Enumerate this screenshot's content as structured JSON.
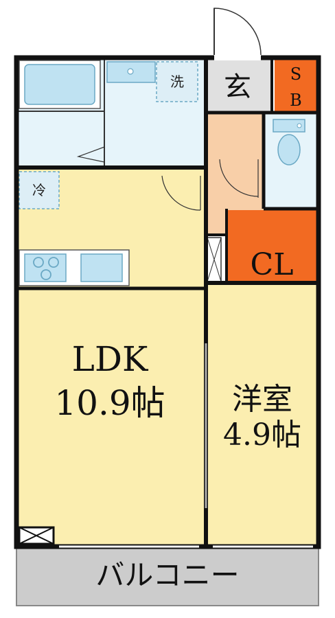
{
  "rooms": {
    "ldk": {
      "name": "LDK",
      "size": "10.9帖"
    },
    "western": {
      "name": "洋室",
      "size": "4.9帖"
    },
    "closet": {
      "label": "CL"
    },
    "shoebox": {
      "label_top": "S",
      "label_bottom": "B"
    },
    "entrance": {
      "label": "玄"
    },
    "balcony": {
      "label": "バルコニー"
    }
  },
  "fixtures": {
    "washer": "洗",
    "fridge": "冷"
  },
  "colors": {
    "floor": "#fbeeb0",
    "hall": "#f8cfa8",
    "accent": "#f26a22",
    "wet_area": "#e6f4fa",
    "fixture_blue": "#bfe2f2",
    "balcony": "#cccccc",
    "wall": "#111111"
  }
}
